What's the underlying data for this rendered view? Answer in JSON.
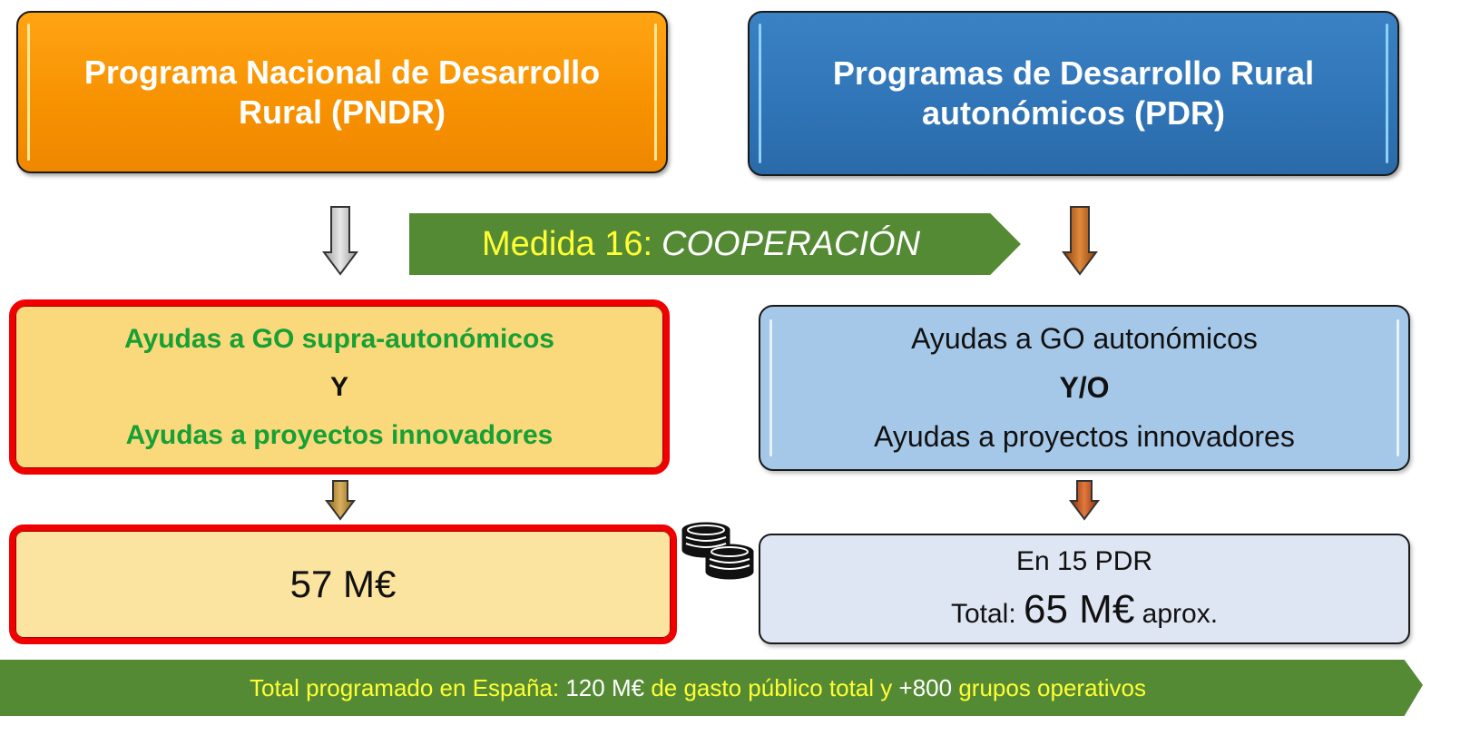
{
  "top_left": {
    "line1": "Programa Nacional de Desarrollo",
    "line2": "Rural (PNDR)"
  },
  "top_right": {
    "line1": "Programas de Desarrollo Rural",
    "line2": "autonómicos  (PDR)"
  },
  "measure": {
    "code": "Medida 16:",
    "name": "COOPERACIÓN"
  },
  "mid_left": {
    "line1": "Ayudas a GO supra-autonómicos",
    "connector": "Y",
    "line2": "Ayudas a proyectos innovadores"
  },
  "mid_right": {
    "line1": "Ayudas a GO autonómicos",
    "connector": "Y/O",
    "line2": "Ayudas a proyectos innovadores"
  },
  "bottom_left": {
    "amount": "57 M€"
  },
  "bottom_right": {
    "line1": "En 15 PDR",
    "total_label": "Total:",
    "total_amount": "65 M€",
    "total_suffix": "aprox."
  },
  "summary": {
    "part1": "Total programado en España:",
    "part2": "120 M€",
    "part3": "de gasto público total y",
    "part4": "+800",
    "part5": "grupos operativos"
  },
  "icons": {
    "coins": "coins-icon"
  },
  "colors": {
    "orange": "#f79100",
    "blue": "#2f74b6",
    "green_banner": "#558a35",
    "banner_text": "#ffff33",
    "highlight_border": "#f00000",
    "green_text": "#17a033"
  }
}
